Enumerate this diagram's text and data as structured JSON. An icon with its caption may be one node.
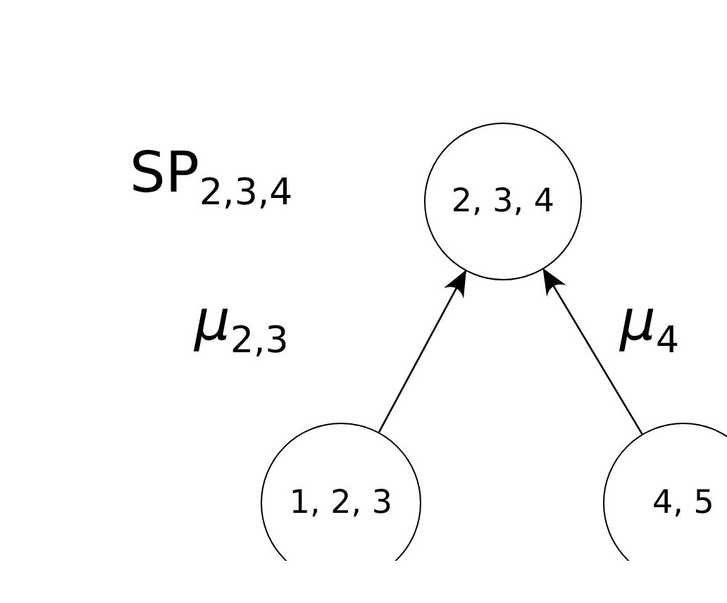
{
  "diagram": {
    "nodes": [
      {
        "text": [
          "2, 3, 4"
        ],
        "beside": [
          "SP$_{2,3,4}$"
        ]
      },
      {
        "text": [
          "1, 2, 3"
        ]
      },
      {
        "text": [
          "4, 5"
        ]
      }
    ],
    "edges": [
      {
        "from": 1,
        "to": 0,
        "arrow": "to",
        "label": "*μ*$_{2,3}$"
      },
      {
        "from": 2,
        "to": 0,
        "arrow": "to",
        "label": "*μ*$_{4}$"
      }
    ]
  }
}
